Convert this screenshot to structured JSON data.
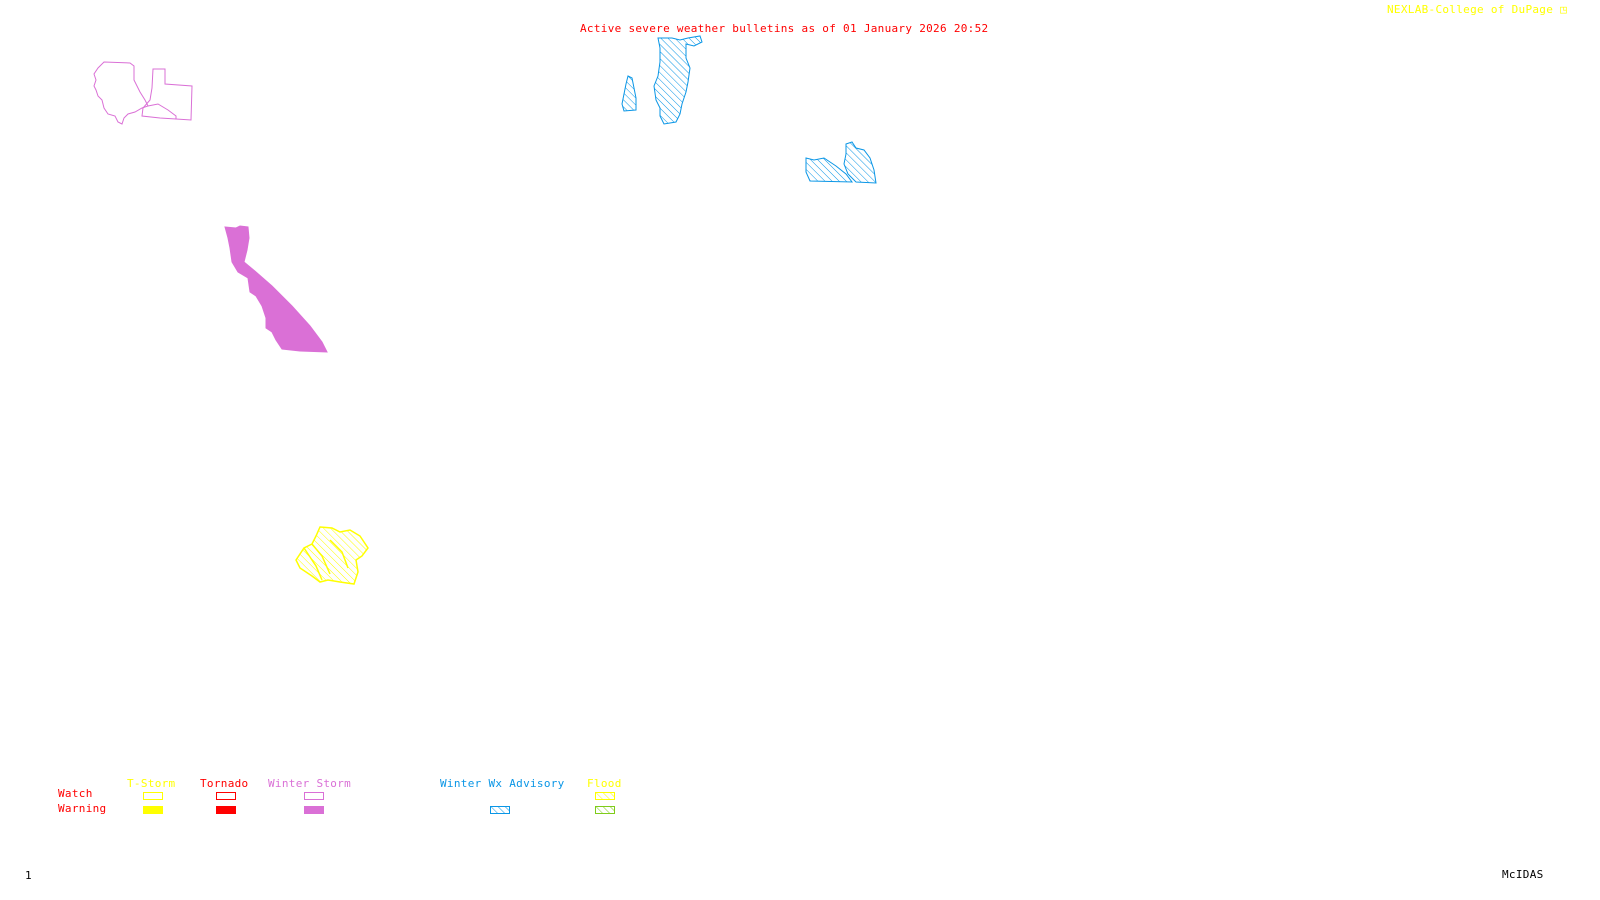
{
  "header": {
    "title": "Active severe weather bulletins as of 01 January 2026 20:52",
    "credit": "NEXLAB-College of DuPage",
    "credit_icon": "logo-glyph"
  },
  "colors": {
    "title": "#ff0000",
    "credit": "#ffff00",
    "tstorm": "#ffff00",
    "tornado": "#ff0000",
    "winter_storm": "#da70d6",
    "winter_wx_advisory": "#0a96e6",
    "flood_watch": "#ffff00",
    "flood_warning": "#7fcc1a",
    "row_labels": "#ff0000",
    "footer": "#000000"
  },
  "map": {
    "regions": [
      {
        "name": "winter-storm-watch-region",
        "category": "Winter Storm Watch",
        "style": "outline",
        "color": "#da70d6"
      },
      {
        "name": "winter-storm-warning-region",
        "category": "Winter Storm Warning",
        "style": "filled",
        "color": "#da70d6"
      },
      {
        "name": "winter-wx-advisory-region-north-a",
        "category": "Winter Wx Advisory",
        "style": "hatched",
        "color": "#0a96e6"
      },
      {
        "name": "winter-wx-advisory-region-north-b",
        "category": "Winter Wx Advisory",
        "style": "hatched",
        "color": "#0a96e6"
      },
      {
        "name": "winter-wx-advisory-region-east",
        "category": "Winter Wx Advisory",
        "style": "hatched",
        "color": "#0a96e6"
      },
      {
        "name": "flood-watch-region",
        "category": "Flood Watch",
        "style": "hatched",
        "color": "#ffff00"
      }
    ]
  },
  "legend": {
    "row_labels": [
      "Watch",
      "Warning"
    ],
    "columns": [
      {
        "label": "T-Storm",
        "watch": "outline",
        "warning": "filled"
      },
      {
        "label": "Tornado",
        "watch": "outline",
        "warning": "filled"
      },
      {
        "label": "Winter Storm",
        "watch": "outline",
        "warning": "filled"
      },
      {
        "label": "Winter Wx Advisory",
        "watch": "none",
        "warning": "hatched"
      },
      {
        "label": "Flood",
        "watch": "hatched",
        "warning": "hatched"
      }
    ]
  },
  "footer": {
    "frame_number": "1",
    "software": "McIDAS"
  }
}
